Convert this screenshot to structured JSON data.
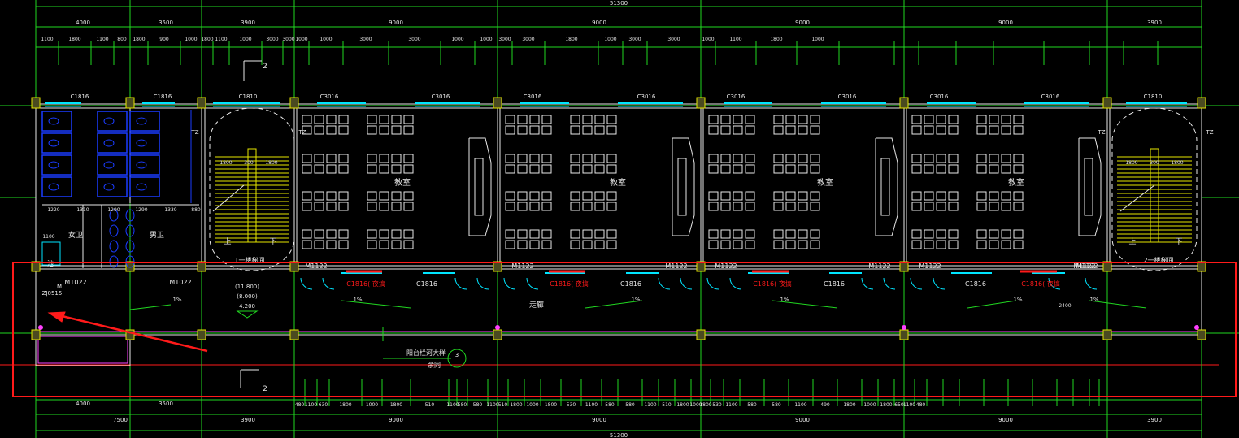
{
  "drawing": {
    "total_top": "51300",
    "total_bottom": "51300",
    "bays_top": [
      "4000",
      "3500",
      "3900",
      "9000",
      "9000",
      "9000",
      "9000",
      "3900"
    ],
    "bays_bottom": [
      "4000",
      "3500",
      "3900",
      "9000",
      "9000",
      "9000",
      "9000",
      "3900"
    ],
    "merged_bottom": "7500",
    "sub_top": [
      "1100",
      "1800",
      "1100",
      "800",
      "1800",
      "900",
      "1000",
      "1800",
      "1100",
      "1000",
      "3000",
      "3000",
      "1000",
      "1000",
      "3000",
      "3000",
      "1000",
      "1000",
      "3000",
      "3000",
      "1800",
      "1000",
      "3000",
      "3000",
      "1000",
      "1100",
      "1800",
      "1000"
    ],
    "sub_bottom": [
      "480",
      "1100",
      "630",
      "1800",
      "1000",
      "1800",
      "510",
      "1100",
      "580",
      "580",
      "1100",
      "510",
      "1800",
      "1000",
      "1800",
      "530",
      "1100",
      "580",
      "580",
      "1100",
      "510",
      "1800",
      "1000",
      "1800",
      "530",
      "1100",
      "580",
      "580",
      "1100",
      "490",
      "1800",
      "1000",
      "1800",
      "650",
      "1100",
      "480"
    ]
  },
  "windows_top": [
    "C1816",
    "C1816",
    "C1810",
    "C3016",
    "C3016",
    "C3016",
    "C3016",
    "C3016",
    "C3016",
    "C3016",
    "C3016",
    "C1810"
  ],
  "doors": [
    "M1022",
    "M1022",
    "M1122",
    "M1122",
    "M1122",
    "M1122",
    "M1122",
    "M1122",
    "M1122",
    "M1122"
  ],
  "corridor_windows": [
    "C1816",
    "C1816",
    "C1816",
    "C1816"
  ],
  "corridor_red_labels": [
    "C1816( 夜搞",
    "C1816( 夜搞",
    "C1816( 夜搞",
    "C1816( 夜搞"
  ],
  "rooms": {
    "classroom": "教室",
    "corridor": "走廊",
    "womens_wc": "女卫",
    "mens_wc": "男卫",
    "stair1": "1一楼梯间",
    "stair2": "2一楼梯间",
    "stair_up": "上",
    "stair_down": "下",
    "wash": "池"
  },
  "annotations": {
    "slope": "1%",
    "balcony_1": "阳台栏河大样",
    "balcony_2": "余同",
    "balcony_ref": "3",
    "tz": "TZ",
    "elev_1": "(11.800)",
    "elev_2": "(8.000)",
    "elev_3": "4.200",
    "zoom_label": "ZJ0515",
    "zoom_code": "M",
    "dim_corr": "2400",
    "dim_left": "1100",
    "section_mark": "2",
    "wc_dims": [
      "1220",
      "1310",
      "1290",
      "1290",
      "1330",
      "880"
    ],
    "stair_dims": [
      "1800",
      "300",
      "1800"
    ]
  },
  "highlight": {
    "color": "#ff1a1a",
    "meaning": "corridor zone outlined in red with arrow"
  }
}
